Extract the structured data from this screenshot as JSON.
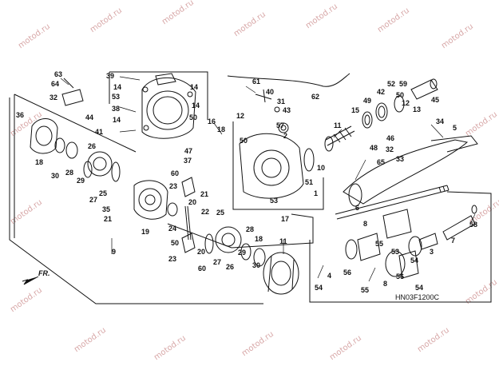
{
  "watermark": "motod.ru",
  "diagram_code": "HN03F1200C",
  "direction_label": "FR.",
  "callouts": [
    "1",
    "2",
    "3",
    "4",
    "5",
    "6",
    "7",
    "8",
    "9",
    "10",
    "11",
    "12",
    "13",
    "14",
    "15",
    "16",
    "17",
    "18",
    "19",
    "20",
    "21",
    "22",
    "23",
    "24",
    "25",
    "26",
    "27",
    "28",
    "29",
    "30",
    "31",
    "32",
    "33",
    "34",
    "35",
    "36",
    "37",
    "38",
    "39",
    "40",
    "41",
    "42",
    "43",
    "44",
    "45",
    "46",
    "47",
    "48",
    "49",
    "50",
    "51",
    "52",
    "53",
    "54",
    "55",
    "56",
    "57",
    "58",
    "59",
    "60",
    "61",
    "62",
    "63",
    "64",
    "65"
  ]
}
